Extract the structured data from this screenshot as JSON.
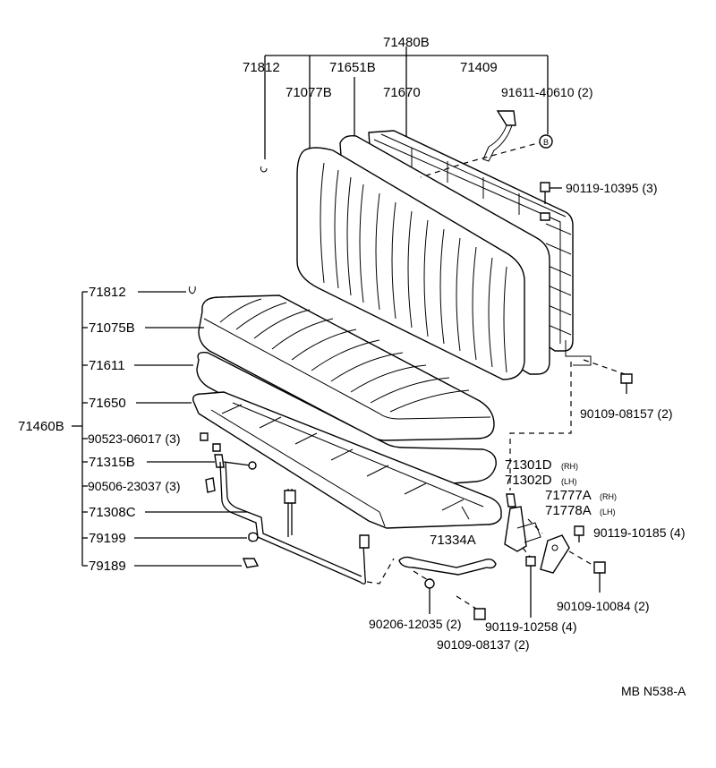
{
  "labels": {
    "p71480b": "71480B",
    "p71812_top": "71812",
    "p71651b": "71651B",
    "p71409": "71409",
    "p71077b": "71077B",
    "p71670": "71670",
    "p91611": "91611-40610 (2)",
    "p90119_10395": "90119-10395 (3)",
    "p71812_mid": "71812",
    "p71075b": "71075B",
    "p71611": "71611",
    "p71650": "71650",
    "p71460b": "71460B",
    "p90523": "90523-06017 (3)",
    "p71315b": "71315B",
    "p90506": "90506-23037 (3)",
    "p71308c": "71308C",
    "p79199": "79199",
    "p79189": "79189",
    "p90109_08157": "90109-08157 (2)",
    "p71301d": "71301D",
    "p71301d_side": "(RH)",
    "p71302d": "71302D",
    "p71302d_side": "(LH)",
    "p71777a": "71777A",
    "p71777a_side": "(RH)",
    "p71778a": "71778A",
    "p71778a_side": "(LH)",
    "p90119_10185": "90119-10185 (4)",
    "p71334a": "71334A",
    "p90109_10084": "90109-10084 (2)",
    "p90206": "90206-12035 (2)",
    "p90119_10258": "90119-10258 (4)",
    "p90109_08137": "90109-08137 (2)",
    "bolt_mark": "B",
    "ref_code": "MB N538-A"
  }
}
